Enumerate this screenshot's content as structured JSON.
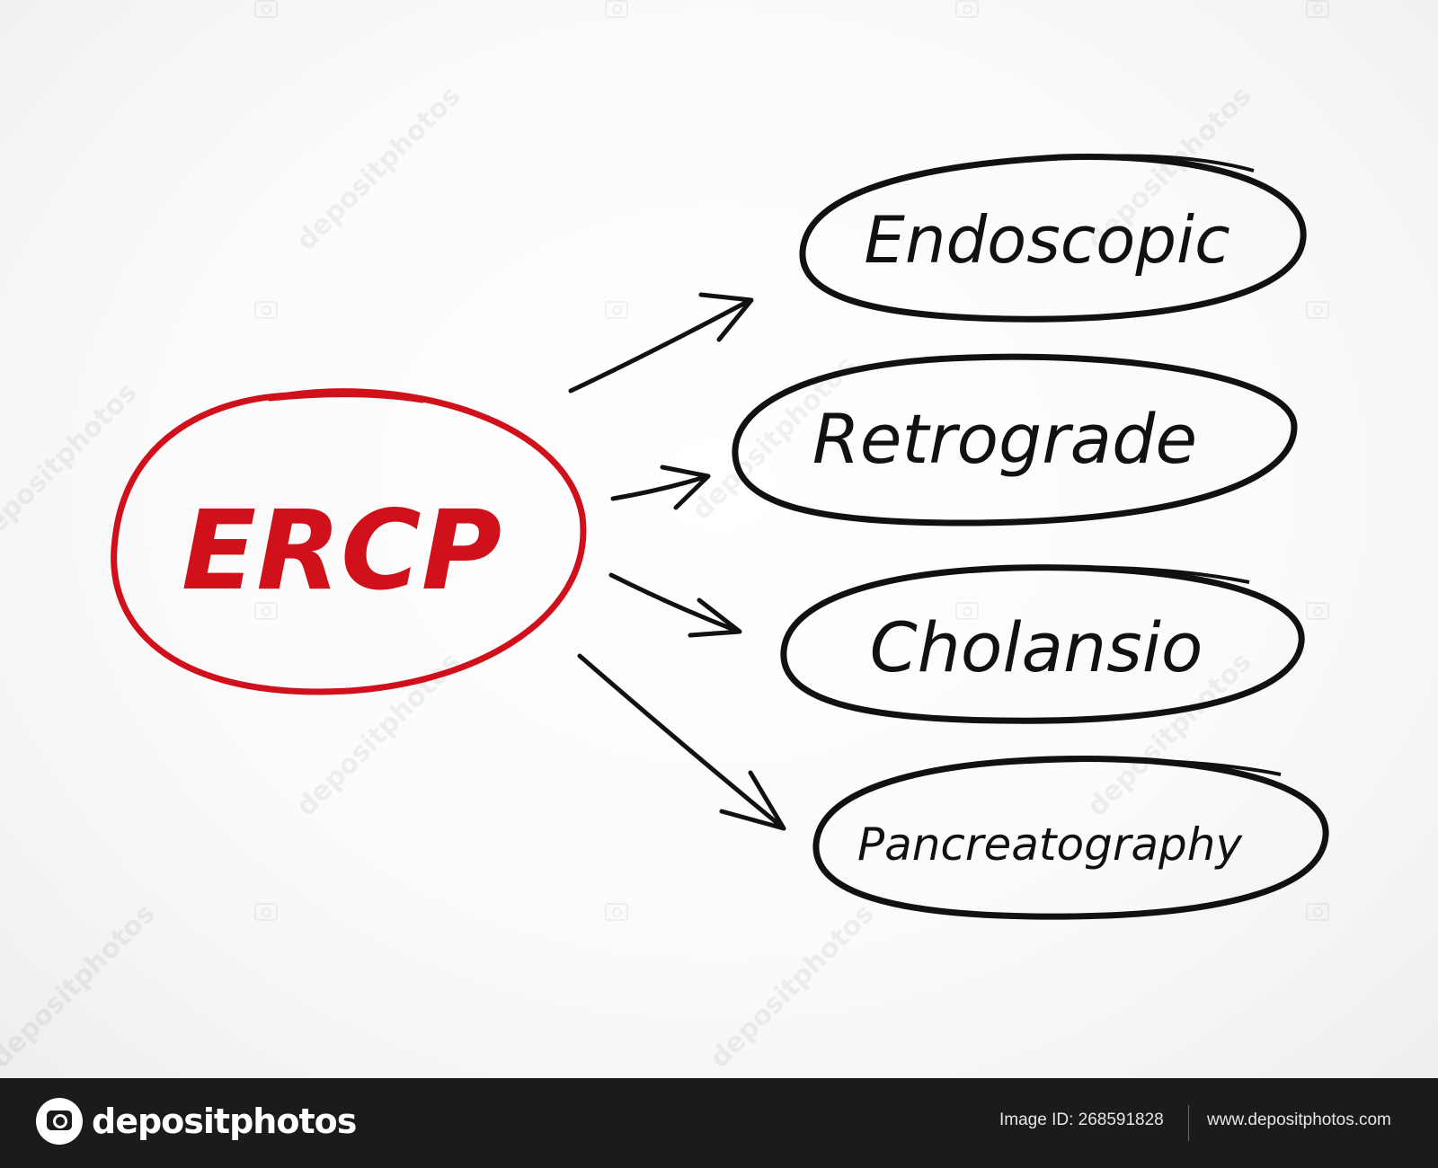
{
  "diagram": {
    "center_label": "ERCP",
    "items": [
      {
        "label": "Endoscopic"
      },
      {
        "label": "Retrograde"
      },
      {
        "label": "Cholansio"
      },
      {
        "label": "Pancreatography"
      }
    ],
    "colors": {
      "center": "#d0111b",
      "items": "#111111",
      "arrows": "#111111"
    }
  },
  "watermark": {
    "text": "depositphotos"
  },
  "footer": {
    "brand": "depositphotos",
    "image_id": "Image ID: 268591828",
    "site": "www.depositphotos.com"
  }
}
